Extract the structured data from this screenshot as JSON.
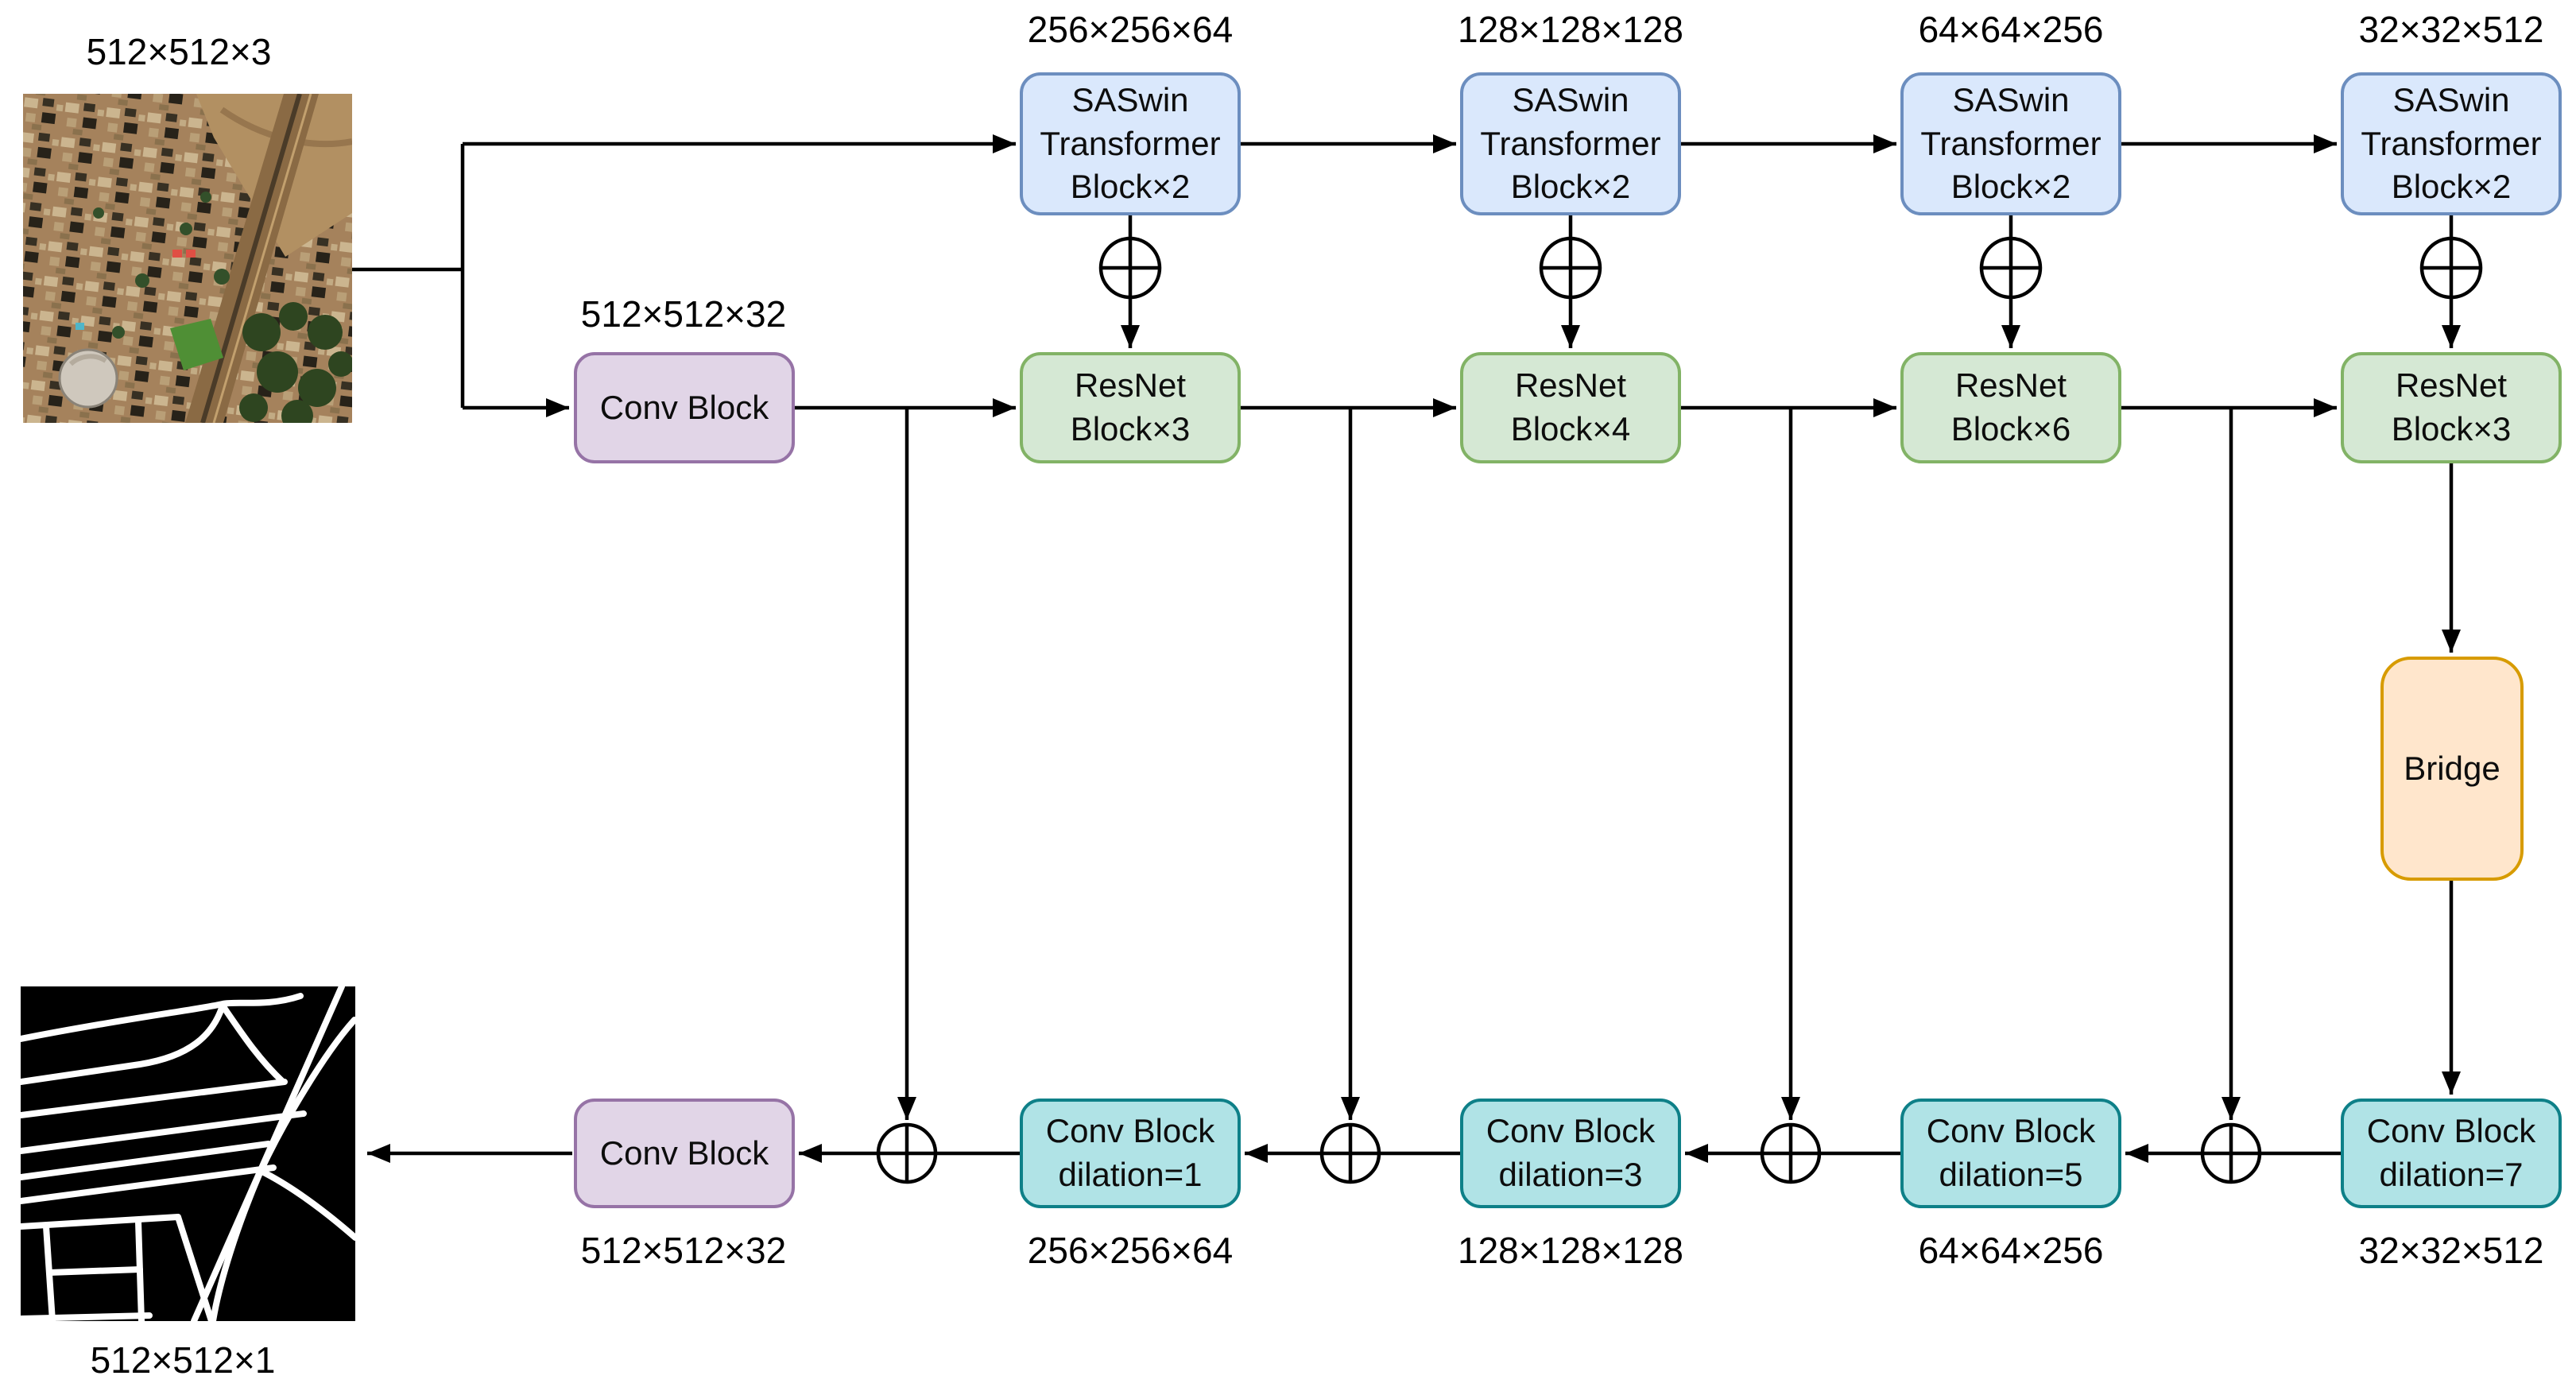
{
  "diagram": {
    "title_implicit": "SASwin Transformer ResNet encoder-decoder road extraction network",
    "input": {
      "dim_label": "512×512×3",
      "image_name": "satellite-rgb-input"
    },
    "output": {
      "dim_label": "512×512×1",
      "image_name": "road-mask-output"
    },
    "encoder": {
      "conv_label": "Conv Block",
      "dim_label": "512×512×32"
    },
    "decoder": {
      "conv_lines": [
        "Conv Block"
      ],
      "dim_label": "512×512×32"
    },
    "bridge": {
      "label": "Bridge"
    },
    "fusion_symbol": "⊕",
    "stages": [
      {
        "top_dim": "256×256×64",
        "saswin_lines": [
          "SASwin",
          "Transformer",
          "Block×2"
        ],
        "resnet_lines": [
          "ResNet",
          "Block×3"
        ],
        "decoder_lines": [
          "Conv Block",
          "dilation=1"
        ],
        "bottom_dim": "256×256×64"
      },
      {
        "top_dim": "128×128×128",
        "saswin_lines": [
          "SASwin",
          "Transformer",
          "Block×2"
        ],
        "resnet_lines": [
          "ResNet",
          "Block×4"
        ],
        "decoder_lines": [
          "Conv Block",
          "dilation=3"
        ],
        "bottom_dim": "128×128×128"
      },
      {
        "top_dim": "64×64×256",
        "saswin_lines": [
          "SASwin",
          "Transformer",
          "Block×2"
        ],
        "resnet_lines": [
          "ResNet",
          "Block×6"
        ],
        "decoder_lines": [
          "Conv Block",
          "dilation=5"
        ],
        "bottom_dim": "64×64×256"
      },
      {
        "top_dim": "32×32×512",
        "saswin_lines": [
          "SASwin",
          "Transformer",
          "Block×2"
        ],
        "resnet_lines": [
          "ResNet",
          "Block×3"
        ],
        "decoder_lines": [
          "Conv Block",
          "dilation=7"
        ],
        "bottom_dim": "32×32×512"
      }
    ],
    "colors": {
      "saswin_fill": "#dae8fc",
      "saswin_stroke": "#6c8ebf",
      "resnet_fill": "#d5e8d4",
      "resnet_stroke": "#82b366",
      "conv_fill": "#e1d5e7",
      "conv_stroke": "#9673a6",
      "bridge_fill": "#ffe6cc",
      "bridge_stroke": "#d79b00",
      "dilated_fill": "#b0e3e6",
      "dilated_stroke": "#0e8088",
      "line": "#000000",
      "background": "#ffffff"
    }
  }
}
